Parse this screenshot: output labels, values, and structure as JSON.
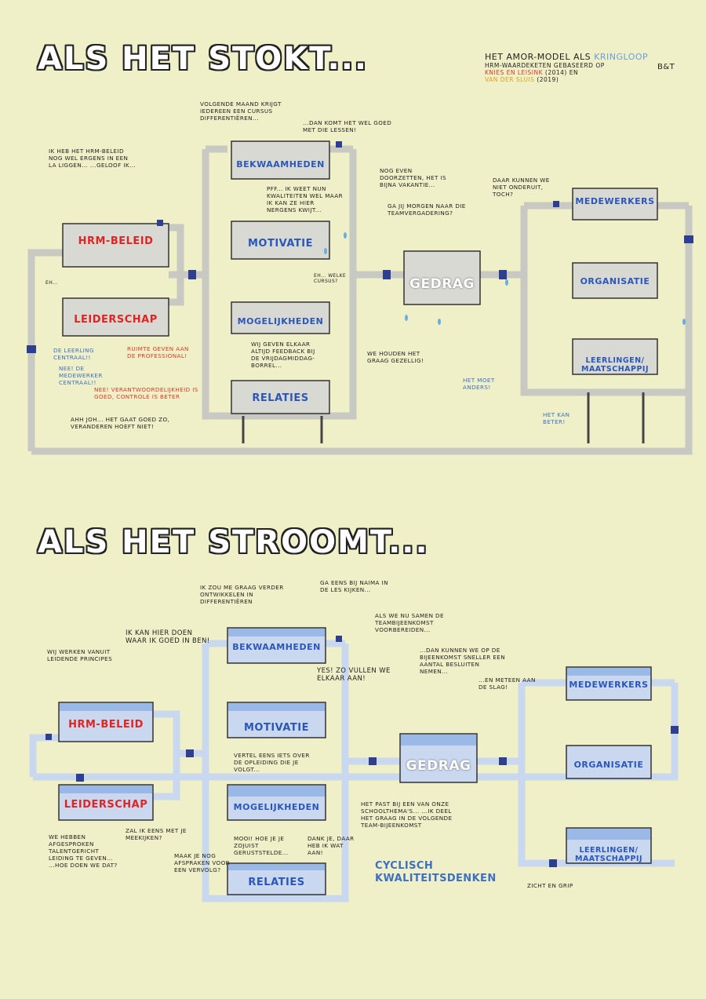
{
  "titles": {
    "top": "ALS HET STOKT...",
    "bottom": "ALS HET STROOMT..."
  },
  "header": {
    "line1_prefix": "HET AMOR-MODEL ALS",
    "line1_highlight": "KRINGLOOP",
    "line2": "HRM-WAARDEKETEN GEBASEERD OP",
    "line3_red": "KNIES EN LEISINK",
    "line3_rest": "(2014) EN",
    "line4_blue": "VAN DER SLUIS",
    "line4_rest": "(2019)",
    "brand": "B&T"
  },
  "top": {
    "tanks": {
      "hrm": "HRM-BELEID",
      "leiderschap": "LEIDERSCHAP",
      "bekwaamheden": "BEKWAAMHEDEN",
      "motivatie": "MOTIVATIE",
      "mogelijkheden": "MOGELIJKHEDEN",
      "relaties": "RELATIES",
      "gedrag": "GEDRAG",
      "medewerkers": "MEDEWERKERS",
      "organisatie": "ORGANISATIE",
      "leerlingen": "LEERLINGEN/ MAATSCHAPPIJ"
    },
    "bubbles": {
      "hrm_bubble": "IK HEB HET HRM-BELEID NOG WEL ERGENS IN EEN LA LIGGEN... ...GELOOF IK...",
      "cursus": "VOLGENDE MAAND KRIJGT IEDEREEN EEN CURSUS DIFFERENTIËREN...",
      "lessen": "...DAN KOMT HET WEL GOED MET DIE LESSEN!",
      "kwaliteiten": "PFF... IK WEET NUN KWALITEITEN WEL MAAR IK KAN ZE HIER NERGENS KWIJT...",
      "doorzetten": "NOG EVEN DOORZETTEN, HET IS BIJNA VAKANTIE...",
      "teamvergadering": "GA JIJ MORGEN NAAR DIE TEAMVERGADERING?",
      "onderuit": "DAAR KUNNEN WE NIET ONDERUIT, TOCH?",
      "welke": "EH... WELKE CURSUS?",
      "eh": "EH...",
      "leerling": "DE LEERLING CENTRAAL!!",
      "medewerker": "NEE! DE MEDEWERKER CENTRAAL!!",
      "ruimte": "RUIMTE GEVEN AAN DE PROFESSIONAL!",
      "verantwoordelijkheid": "NEE! VERANTWOORDELIJKHEID IS GOED, CONTROLE IS BETER",
      "feedback": "WIJ GEVEN ELKAAR ALTIJD FEEDBACK BIJ DE VRIJDAGMIDDAG-BORREL...",
      "gezellig": "WE HOUDEN HET GRAAG GEZELLIG!",
      "ahh": "AHH JOH... HET GAAT GOED ZO, VERANDEREN HOEFT NIET!",
      "moet_anders": "HET MOET ANDERS!",
      "kan_beter": "HET KAN BETER!"
    }
  },
  "bottom": {
    "tanks": {
      "hrm": "HRM-BELEID",
      "leiderschap": "LEIDERSCHAP",
      "bekwaamheden": "BEKWAAMHEDEN",
      "motivatie": "MOTIVATIE",
      "mogelijkheden": "MOGELIJKHEDEN",
      "relaties": "RELATIES",
      "gedrag": "GEDRAG",
      "medewerkers": "MEDEWERKERS",
      "organisatie": "ORGANISATIE",
      "leerlingen": "LEERLINGEN/ MAATSCHAPPIJ"
    },
    "bubbles": {
      "principes": "WIJ WERKEN VANUIT LEIDENDE PRINCIPES",
      "ontwikkelen": "IK ZOU ME GRAAG VERDER ONTWIKKELEN IN DIFFERENTIËREN",
      "naima": "GA EENS BIJ NAIMA IN DE LES KIJKEN...",
      "goed_in": "IK KAN HIER DOEN WAAR IK GOED IN BEN!",
      "vullen": "YES! ZO VULLEN WE ELKAAR AAN!",
      "bijeenkomst": "ALS WE NU SAMEN DE TEAMBIJEENKOMST VOORBEREIDEN...",
      "sneller": "...DAN KUNNEN WE OP DE BIJEENKOMST SNELLER EEN AANTAL BESLUITEN NEMEN...",
      "meteen": "...EN METEEN AAN DE SLAG!",
      "opleiding": "VERTEL EENS IETS OVER DE OPLEIDING DIE JE VOLGT...",
      "schoolthemas": "HET PAST BIJ EEN VAN ONZE SCHOOLTHEMA'S... ...IK DEEL HET GRAAG IN DE VOLGENDE TEAM-BIJEENKOMST",
      "talent": "WE HEBBEN AFGESPROKEN TALENTGERICHT LEIDING TE GEVEN... ...HOE DOEN WE DAT?",
      "meekijken": "ZAL IK EENS MET JE MEEKIJKEN?",
      "mooi": "MOOI! HOE JE JE ZOJUIST GERUSTSTELDE...",
      "dank": "DANK JE, DAAR HEB IK WAT AAN!",
      "afspraken": "MAAK JE NOG AFSPRAKEN VOOR EEN VERVOLG?",
      "cyclisch": "CYCLISCH KWALITEITSDENKEN",
      "zicht": "ZICHT EN GRIP"
    }
  },
  "colors": {
    "background": "#eff0c8",
    "pipe_stuck": "#c7c9c2",
    "pipe_flow": "#c9d7ef",
    "water": "#9dbbe6",
    "valve": "#2f3f8f"
  }
}
